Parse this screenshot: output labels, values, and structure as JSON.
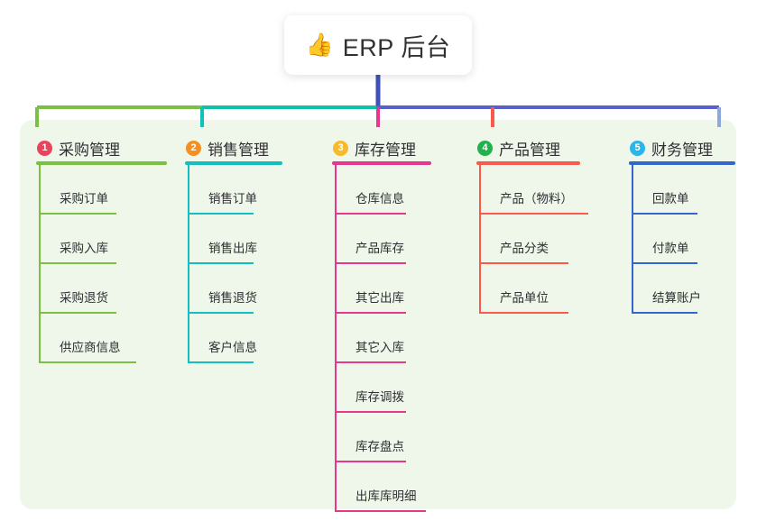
{
  "root": {
    "emoji": "👍",
    "emoji_name": "thumbs-up-icon",
    "title": "ERP 后台"
  },
  "colors": {
    "panel_bg": "#eef7e9",
    "page_bg": "#ffffff",
    "root_stem": "#3f51b5",
    "trunk_left": "#7ac143",
    "trunk_mid": "#0fc1a6",
    "trunk_right": "#5860c9",
    "text": "#2f2f33"
  },
  "columns": [
    {
      "index": "1",
      "title": "采购管理",
      "badge_color": "#e8445e",
      "rule_color": "#7ac143",
      "drop_color": "#7ac143",
      "items": [
        "采购订单",
        "采购入库",
        "采购退货",
        "供应商信息"
      ]
    },
    {
      "index": "2",
      "title": "销售管理",
      "badge_color": "#f5901e",
      "rule_color": "#11bfc0",
      "drop_color": "#11bfc0",
      "items": [
        "销售订单",
        "销售出库",
        "销售退货",
        "客户信息"
      ]
    },
    {
      "index": "3",
      "title": "库存管理",
      "badge_color": "#f7ba2a",
      "rule_color": "#e8368f",
      "drop_color": "#e8368f",
      "items": [
        "仓库信息",
        "产品库存",
        "其它出库",
        "其它入库",
        "库存调拨",
        "库存盘点",
        "出库库明细"
      ]
    },
    {
      "index": "4",
      "title": "产品管理",
      "badge_color": "#22b14c",
      "rule_color": "#fa5a4b",
      "drop_color": "#fa5a4b",
      "items": [
        "产品（物料）",
        "产品分类",
        "产品单位"
      ]
    },
    {
      "index": "5",
      "title": "财务管理",
      "badge_color": "#29b6e8",
      "rule_color": "#3365cc",
      "drop_color": "#8ea8dd",
      "items": [
        "回款单",
        "付款单",
        "结算账户"
      ]
    }
  ],
  "chart_data": {
    "type": "table",
    "title": "ERP 后台",
    "categories": [
      "采购管理",
      "销售管理",
      "库存管理",
      "产品管理",
      "财务管理"
    ],
    "values": [
      4,
      4,
      7,
      3,
      3
    ],
    "series": [
      {
        "name": "采购管理",
        "values": [
          "采购订单",
          "采购入库",
          "采购退货",
          "供应商信息"
        ]
      },
      {
        "name": "销售管理",
        "values": [
          "销售订单",
          "销售出库",
          "销售退货",
          "客户信息"
        ]
      },
      {
        "name": "库存管理",
        "values": [
          "仓库信息",
          "产品库存",
          "其它出库",
          "其它入库",
          "库存调拨",
          "库存盘点",
          "出库库明细"
        ]
      },
      {
        "name": "产品管理",
        "values": [
          "产品（物料）",
          "产品分类",
          "产品单位"
        ]
      },
      {
        "name": "财务管理",
        "values": [
          "回款单",
          "付款单",
          "结算账户"
        ]
      }
    ]
  }
}
